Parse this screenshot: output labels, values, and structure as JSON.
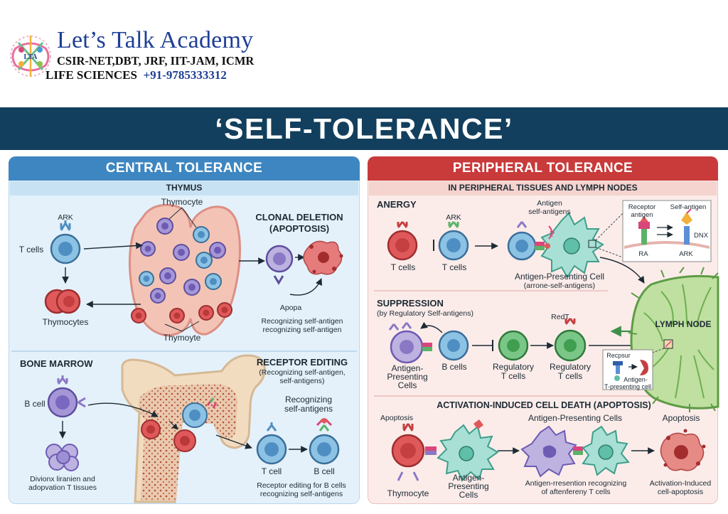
{
  "header": {
    "academy": "Let’s Talk Academy",
    "exams": "CSIR-NET,DBT, JRF, IIT-JAM, ICMR",
    "life_sciences": "LIFE SCIENCES",
    "phone": "+91-9785333312",
    "logo_text": "LTA"
  },
  "title": "‘SELF-TOLERANCE’",
  "colors": {
    "banner": "#123f5d",
    "central_header": "#3d86c1",
    "peripheral_header": "#c93a3a",
    "t_cell": "#7fb9dc",
    "thymocyte": "#e0595a",
    "b_cell": "#9b86cf",
    "regulatory": "#5bb36a",
    "apc": "#a8e0d5",
    "lymph_node": "#bfe0a0"
  },
  "central": {
    "header": "CENTRAL TOLERANCE",
    "thymus": {
      "label": "THYMUS",
      "thymocyte_top": "Thymocyte",
      "thymocyte_bottom": "Thymoyte",
      "ark": "ARK",
      "t_cells": "T cells",
      "thymocytes": "Thymocytes",
      "clonal_deletion_1": "CLONAL DELETION",
      "clonal_deletion_2": "(APOPTOSIS)",
      "apopa": "Apopa",
      "recognizing_1": "Recognizing self-antigen",
      "recognizing_2": "recognizing self-antigen"
    },
    "bone_marrow": {
      "label": "BONE MARROW",
      "b_cell": "B cell",
      "division_1": "Divionx liranien and",
      "division_2": "adopvation T tissues",
      "receptor_editing": "RECEPTOR EDITING",
      "receptor_editing_sub_1": "(Recognizing self-antigen,",
      "receptor_editing_sub_2": "self-antigens)",
      "recognizing_1": "Recognizing",
      "recognizing_2": "self-antigens",
      "t_cell": "T cell",
      "b_cell_2": "B cell",
      "editing_note_1": "Receptor editing for B cells",
      "editing_note_2": "recognizing self-antigens"
    }
  },
  "peripheral": {
    "header": "PERIPHERAL TOLERANCE",
    "sub": "IN PERIPHERAL TISSUES AND LYMPH NODES",
    "anergy": {
      "label": "ANERGY",
      "ark": "ARK",
      "t_cells_1": "T cells",
      "t_cells_2": "T cells",
      "antigen_1": "Antigen",
      "antigen_2": "self-antigens",
      "apc_1": "Antigen-Presenting Cell",
      "apc_2": "(arrone-self-antigens)",
      "inset_receptor_1": "Receptor",
      "inset_receptor_2": "antigen",
      "inset_self_antigen": "Self-antigen",
      "inset_dnx": "DNX",
      "inset_ra": "RA",
      "inset_ark": "ARK"
    },
    "suppression": {
      "label": "SUPPRESSION",
      "sub": "(by Regulatory Self-antigens)",
      "apc_1": "Antigen-",
      "apc_2": "Presenting",
      "apc_3": "Cells",
      "b_cells": "B cells",
      "reg_1": "Regulatory",
      "reg_2": "T cells",
      "reg2_1": "Regulatory",
      "reg2_2": "T cells",
      "reg_top": "RedT",
      "lymph_node": "LYMPH NODE",
      "inset_1": "Recpsur",
      "inset_2": "Antigen-",
      "inset_3": "T-presenting cell"
    },
    "aicd": {
      "label": "ACTIVATION-INDUCED CELL DEATH (APOPTOSIS)",
      "apoptosis_left": "Apoptosis",
      "thymocyte": "Thymocyte",
      "apc_1": "Antigen-",
      "apc_2": "Presenting",
      "apc_3": "Cells",
      "apc_top": "Antigen-Presenting Cells",
      "presentation_1": "Antigen-rresention recognizing",
      "presentation_2": "of aftenfereny T cells",
      "apoptosis_right": "Apoptosis",
      "activation_1": "Activation-Induced",
      "activation_2": "cell-apoptosis"
    }
  }
}
